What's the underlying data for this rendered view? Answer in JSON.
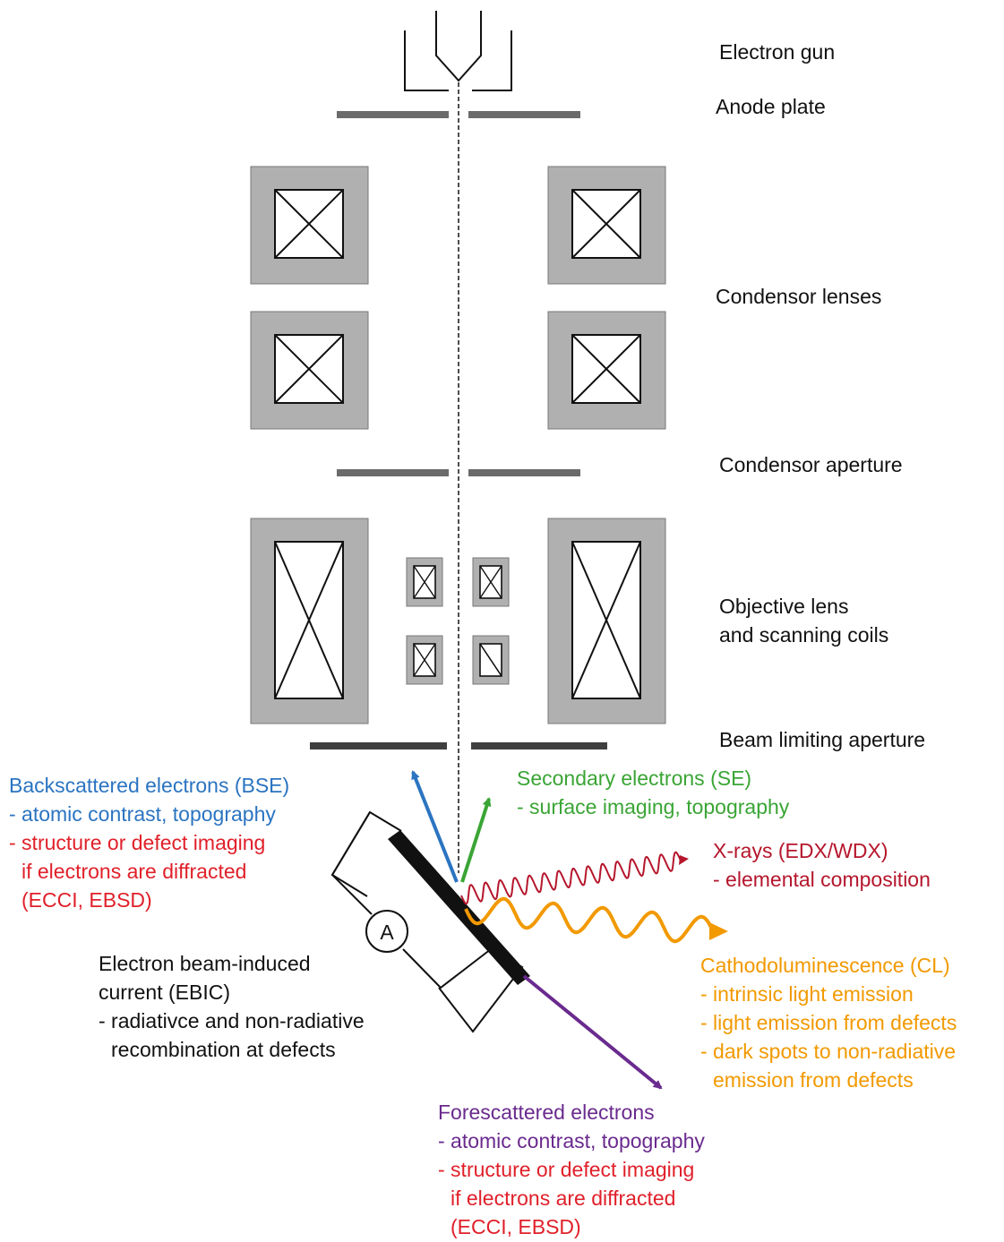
{
  "colors": {
    "black": "#111111",
    "gray_fill": "#b0b0b0",
    "plate": "#6b6b6b",
    "plate_dark": "#3f3f3f",
    "blue": "#2b74c1",
    "green": "#3aa535",
    "red": "#e0202a",
    "darkred": "#b5162c",
    "orange": "#f29900",
    "purple": "#6a2a8e"
  },
  "column_labels": {
    "gun": "Electron gun",
    "anode": "Anode plate",
    "condensor_lenses": "Condensor lenses",
    "condensor_aperture": "Condensor aperture",
    "objective_line1": "Objective lens",
    "objective_line2": "and scanning coils",
    "beam_aperture": "Beam limiting aperture"
  },
  "ammeter_label": "A",
  "signals": {
    "bse": {
      "title": "Backscattered electrons (BSE)",
      "line1": "- atomic contrast, topography",
      "line2": "- structure or defect imaging",
      "line3": "if electrons are diffracted",
      "line4": "(ECCI, EBSD)"
    },
    "se": {
      "title": "Secondary electrons (SE)",
      "line1": "- surface imaging, topography"
    },
    "xray": {
      "title": "X-rays (EDX/WDX)",
      "line1": "- elemental composition"
    },
    "cl": {
      "title": "Cathodoluminescence (CL)",
      "line1": "- intrinsic light emission",
      "line2": "- light emission from defects",
      "line3": "- dark spots to non-radiative",
      "line4": "emission from defects"
    },
    "ebic": {
      "title1": "Electron beam-induced",
      "title2": "current (EBIC)",
      "line1": "- radiativce and non-radiative",
      "line2": "recombination at defects"
    },
    "fse": {
      "title": "Forescattered electrons",
      "line1": "- atomic contrast, topography",
      "line2": "- structure or defect imaging",
      "line3": "if electrons are diffracted",
      "line4": "(ECCI, EBSD)"
    }
  }
}
